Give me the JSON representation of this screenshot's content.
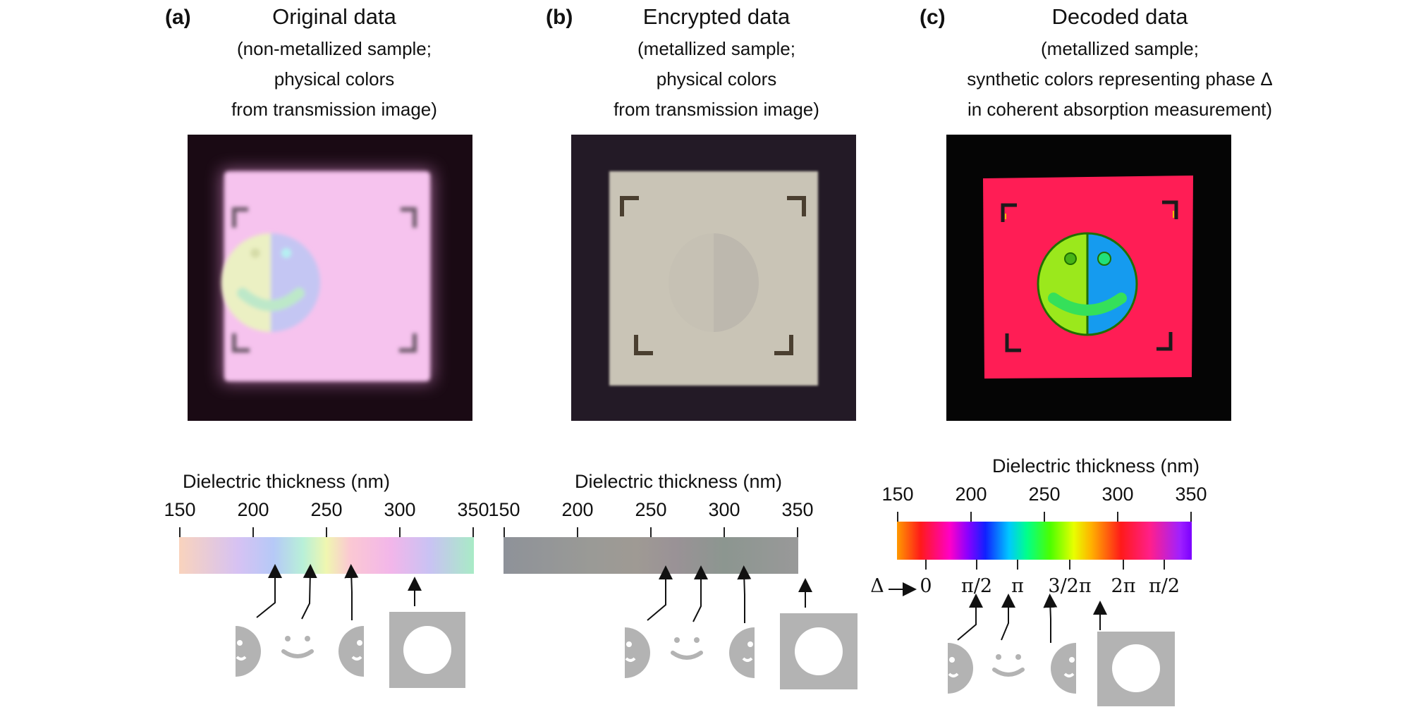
{
  "panels": [
    {
      "letter": "(a)",
      "title": "Original data",
      "subtitle": [
        "(non-metallized sample;",
        "physical colors",
        "from transmission image)"
      ],
      "axis_title": "Dielectric thickness (nm)",
      "ticks": [
        "150",
        "200",
        "250",
        "300",
        "350"
      ]
    },
    {
      "letter": "(b)",
      "title": "Encrypted data",
      "subtitle": [
        "(metallized sample;",
        "physical colors",
        "from transmission image)"
      ],
      "axis_title": "Dielectric thickness (nm)",
      "ticks": [
        "150",
        "200",
        "250",
        "300",
        "350"
      ]
    },
    {
      "letter": "(c)",
      "title": "Decoded data",
      "subtitle": [
        "(metallized sample;",
        "synthetic colors representing phase Δ",
        "in coherent absorption measurement)"
      ],
      "axis_title": "Dielectric thickness (nm)",
      "ticks": [
        "150",
        "200",
        "250",
        "300",
        "350"
      ],
      "delta_prefix": "Δ",
      "delta_labels": [
        "0",
        "π/2",
        "π",
        "3/2π",
        "2π",
        "π/2"
      ]
    }
  ],
  "colors": {
    "photo_a_bg": "#1a0a14",
    "photo_a_square": "#f6c3ee",
    "photo_b_bg": "#231a26",
    "photo_b_square": "#c9c4b6",
    "photo_c_bg": "#050505",
    "photo_c_square": "#ff1d55",
    "icon_gray": "#b3b3b3"
  },
  "icons": [
    "half-face-icon",
    "smile-icon",
    "half-face-icon",
    "square-ring-icon"
  ]
}
